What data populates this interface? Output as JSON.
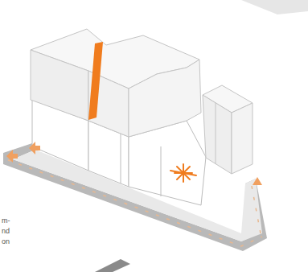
{
  "diagram": {
    "labels": [
      "m-",
      "nd",
      "on"
    ]
  }
}
